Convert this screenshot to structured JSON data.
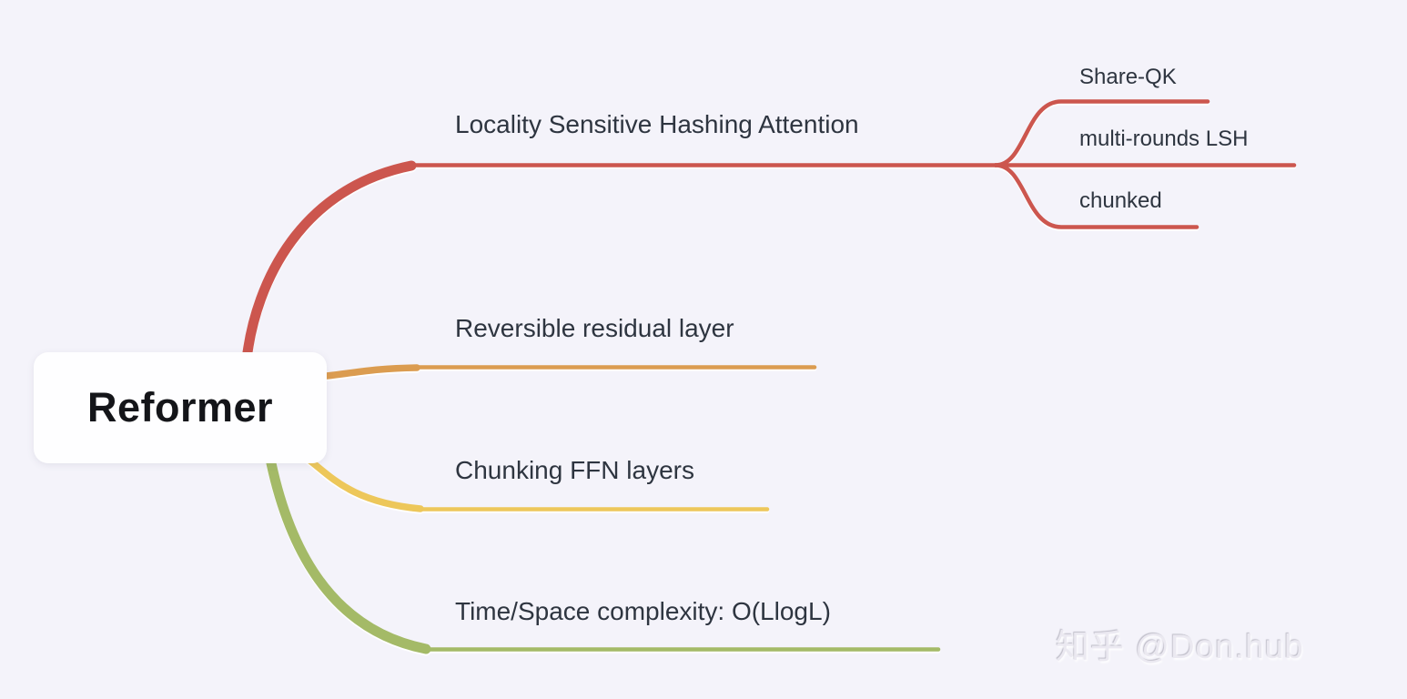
{
  "root": {
    "label": "Reformer"
  },
  "branches": [
    {
      "label": "Locality Sensitive Hashing Attention",
      "color": "red",
      "children": [
        {
          "label": "Share-QK"
        },
        {
          "label": "multi-rounds LSH"
        },
        {
          "label": "chunked"
        }
      ]
    },
    {
      "label": "Reversible residual layer",
      "color": "orange",
      "children": []
    },
    {
      "label": "Chunking FFN layers",
      "color": "yellow",
      "children": []
    },
    {
      "label": "Time/Space complexity: O(LlogL)",
      "color": "green",
      "children": []
    }
  ],
  "colors": {
    "red": "#cc564e",
    "orange": "#db9c50",
    "yellow": "#edc75a",
    "green": "#a4ba67",
    "background": "#f4f3fa",
    "node_bg": "#fefeff",
    "text": "#2e3540"
  },
  "watermark": "知乎 @Don.hub"
}
